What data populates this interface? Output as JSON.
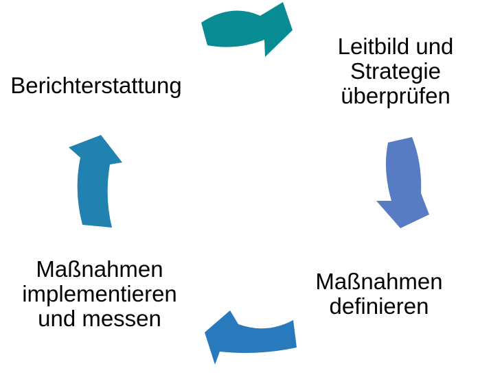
{
  "canvas": {
    "background": "#ffffff",
    "text_color": "#000000"
  },
  "diagram": {
    "type": "cycle-diagram",
    "nodes": [
      {
        "id": "leitbild-strategie",
        "lines": [
          "Leitbild und",
          "Strategie",
          "überprüfen"
        ]
      },
      {
        "id": "massnahmen-definieren",
        "lines": [
          "Maßnahmen",
          "definieren"
        ]
      },
      {
        "id": "massnahmen-implementieren",
        "lines": [
          "Maßnahmen",
          "implementieren",
          "und messen"
        ]
      },
      {
        "id": "berichterstattung",
        "lines": [
          "Berichterstattung"
        ]
      }
    ],
    "arrows": [
      {
        "id": "top",
        "direction": "right",
        "points_to": "leitbild-strategie",
        "color": "#098b93"
      },
      {
        "id": "right",
        "direction": "down",
        "points_to": "massnahmen-definieren",
        "color": "#587cc4"
      },
      {
        "id": "bottom",
        "direction": "left",
        "points_to": "massnahmen-implementieren",
        "color": "#2979bd"
      },
      {
        "id": "left",
        "direction": "up",
        "points_to": "berichterstattung",
        "color": "#2181b0"
      }
    ]
  }
}
